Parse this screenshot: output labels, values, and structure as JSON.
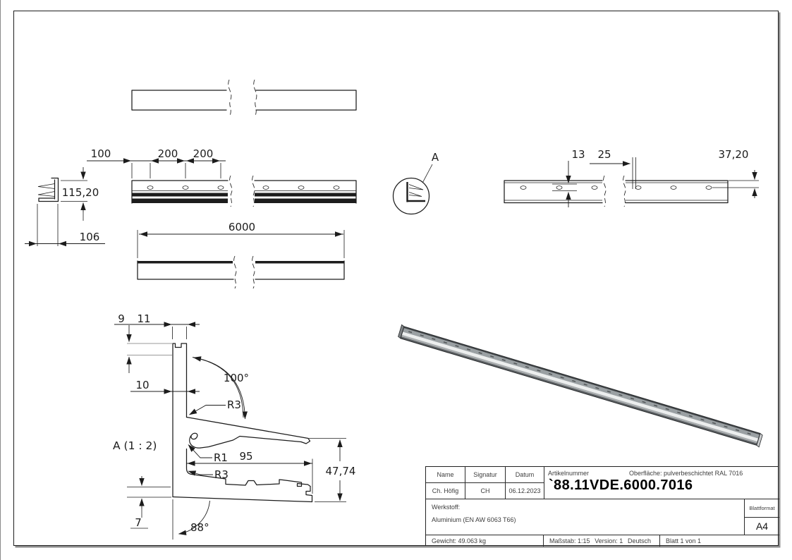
{
  "labels": {
    "top_view": {
      "d100": "100",
      "d200a": "200",
      "d200b": "200"
    },
    "left_view": {
      "height": "115,20",
      "width": "106"
    },
    "length_view": {
      "total": "6000"
    },
    "detail_ref": "A",
    "right_view": {
      "slot_13": "13",
      "pitch_25": "25",
      "edge_37_20": "37,20"
    },
    "detail": {
      "title": "A (1 : 2)",
      "d9": "9",
      "d11": "11",
      "d10": "10",
      "ang100": "100°",
      "r3_upper": "R3",
      "r1": "R1",
      "len95": "95",
      "r3_lower": "R3",
      "height_47_74": "47,74",
      "d7": "7",
      "ang88": "88°"
    }
  },
  "title_block": {
    "headers": {
      "name": "Name",
      "signatur": "Signatur",
      "datum": "Datum",
      "artikelnummer": "Artikelnummer"
    },
    "surface": "Oberfläche:  pulverbeschichtet RAL 7016",
    "name_value": "Ch. Höfig",
    "signature_value": "CH",
    "date_value": "06.12.2023",
    "article_number": "`88.11VDE.6000.7016",
    "material_label": "Werkstoff:",
    "material_value": "Aluminium (EN AW 6063 T66)",
    "sheet_format_label": "Blattformat",
    "sheet_format_value": "A4",
    "weight": "Gewicht: 49.063 kg",
    "scale": "Maßstab: 1:15",
    "version": "Version: 1",
    "language": "Deutsch",
    "sheet": "Blatt 1 von 1"
  },
  "colors": {
    "line": "#1c1c1c",
    "phantom": "#9a9a9a",
    "metal_face": "#9aa0a3",
    "metal_stripe": "#eceeee",
    "metal_dark": "#5d6164"
  }
}
